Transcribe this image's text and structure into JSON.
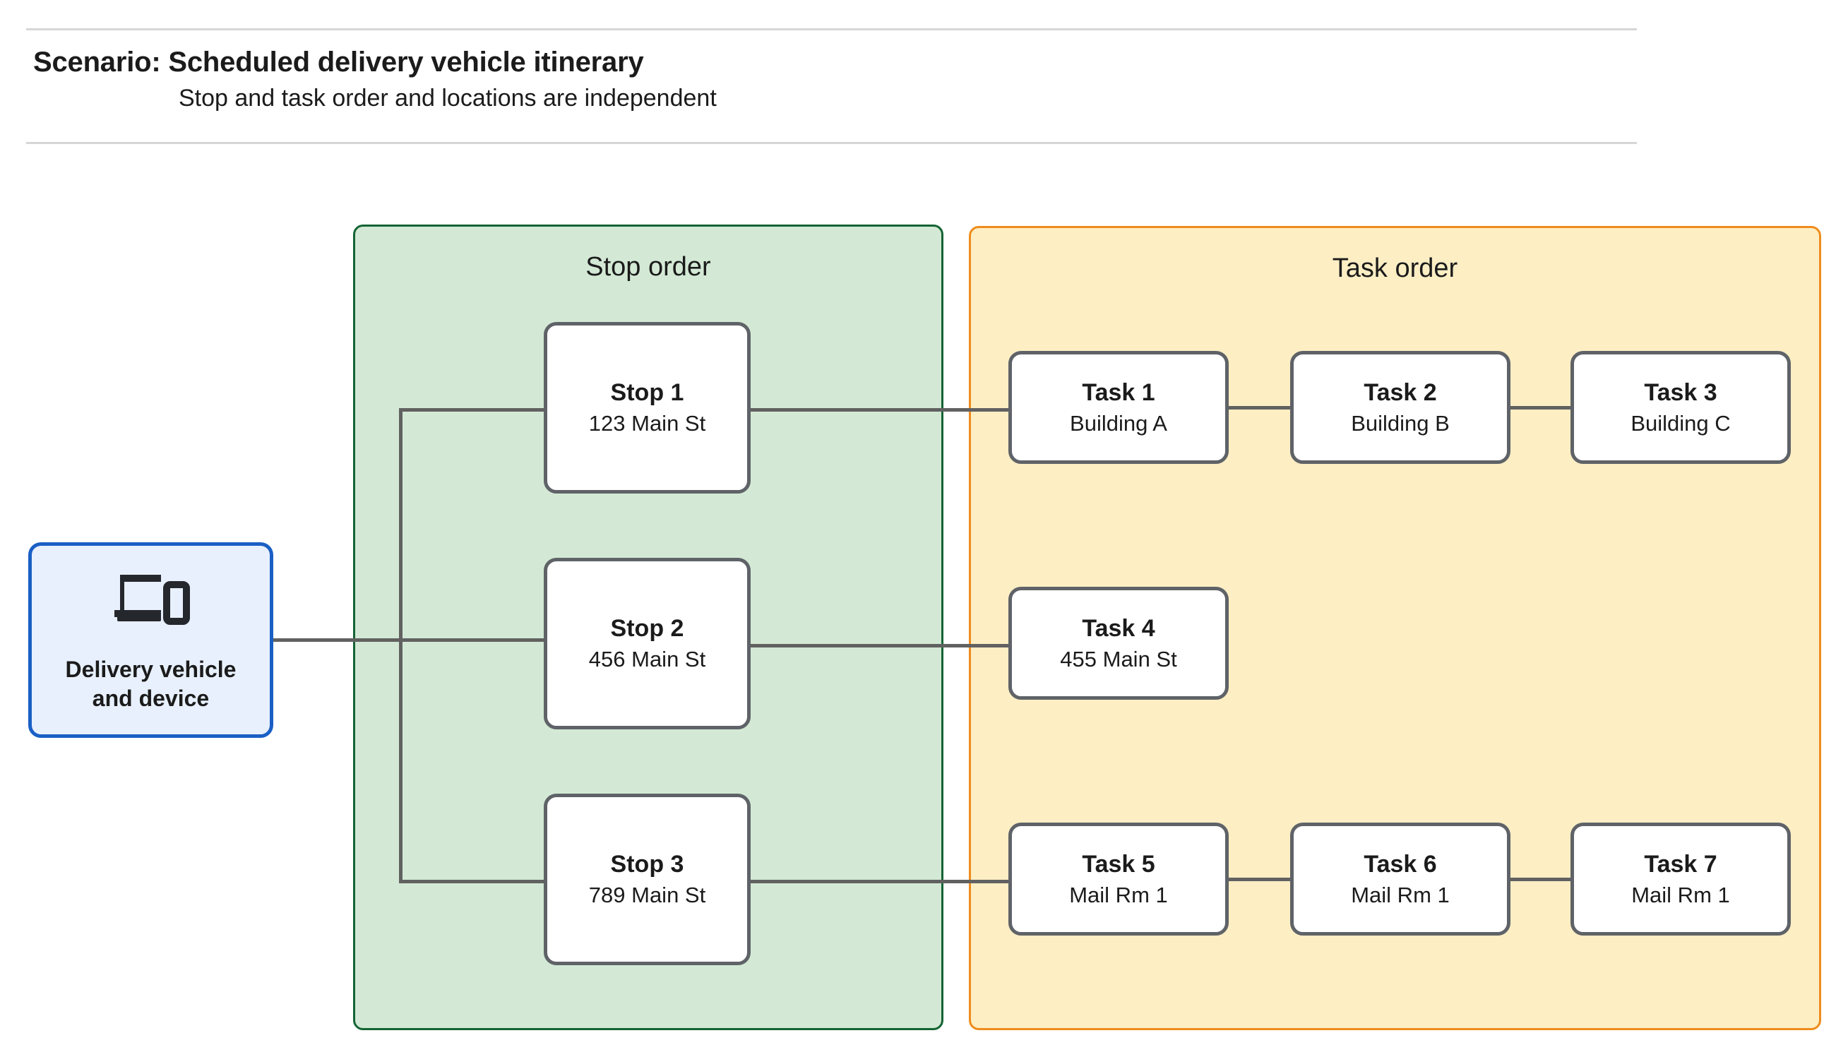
{
  "header": {
    "title": "Scenario: Scheduled delivery vehicle itinerary",
    "subtitle": "Stop and task order and locations are independent"
  },
  "device": {
    "icon": "devices-icon",
    "label": "Delivery vehicle\nand device"
  },
  "stop_panel": {
    "title": "Stop order",
    "border_color": "#136433",
    "fill_color": "#d3e9d5",
    "stops": [
      {
        "title": "Stop 1",
        "sub": "123 Main St"
      },
      {
        "title": "Stop 2",
        "sub": "456 Main St"
      },
      {
        "title": "Stop 3",
        "sub": "789 Main St"
      }
    ]
  },
  "task_panel": {
    "title": "Task order",
    "border_color": "#ef8c1c",
    "fill_color": "#fdeec4",
    "rows": [
      {
        "tasks": [
          {
            "title": "Task 1",
            "sub": "Building A"
          },
          {
            "title": "Task 2",
            "sub": "Building B"
          },
          {
            "title": "Task 3",
            "sub": "Building C"
          }
        ]
      },
      {
        "tasks": [
          {
            "title": "Task 4",
            "sub": "455 Main St"
          }
        ]
      },
      {
        "tasks": [
          {
            "title": "Task 5",
            "sub": "Mail Rm 1"
          },
          {
            "title": "Task 6",
            "sub": "Mail Rm 1"
          },
          {
            "title": "Task 7",
            "sub": "Mail Rm 1"
          }
        ]
      }
    ]
  },
  "colors": {
    "connector": "#616161",
    "node_border": "#5f6368",
    "device_border": "#1a5fc4",
    "device_fill": "#e8f0fe",
    "divider": "#d6d6d6"
  }
}
